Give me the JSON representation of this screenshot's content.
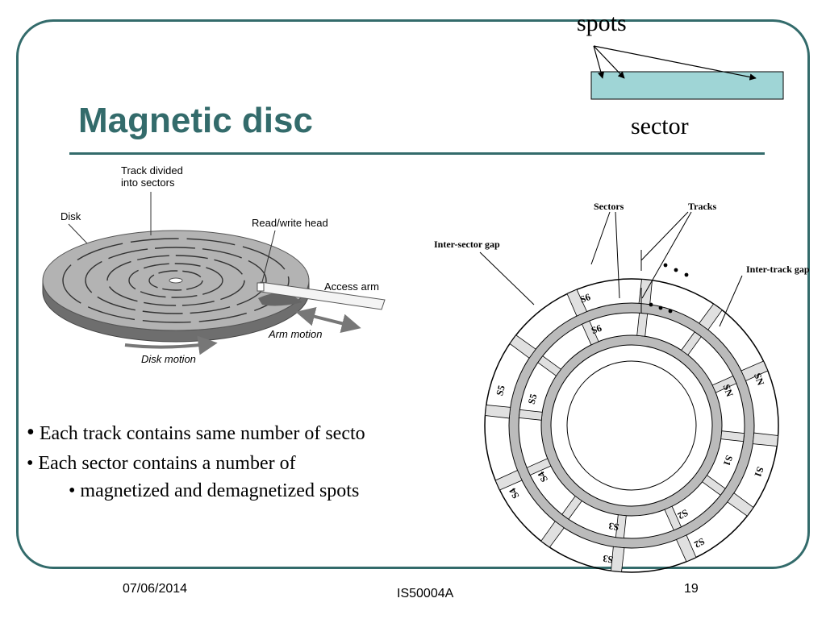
{
  "slide": {
    "title": "Magnetic disc",
    "bullets": [
      "Each track contains same number of secto",
      "Each sector contains a number of",
      "magnetized and demagnetized spots"
    ]
  },
  "inset": {
    "spots_label": "spots",
    "sector_label": "sector"
  },
  "disk_diagram": {
    "track_label_line1": "Track divided",
    "track_label_line2": "into sectors",
    "disk_label": "Disk",
    "head_label": "Read/write head",
    "arm_label": "Access arm",
    "arm_motion_label": "Arm motion",
    "disk_motion_label": "Disk motion"
  },
  "sector_diagram": {
    "sectors_label": "Sectors",
    "tracks_label": "Tracks",
    "inter_sector_gap_label": "Inter-sector gap",
    "inter_track_gap_label": "Inter-track gap",
    "outer_sector_labels": [
      "S6",
      "SN",
      "S1",
      "S2",
      "S3",
      "S4",
      "S5"
    ],
    "middle_sector_labels": [
      "S6",
      "SN",
      "S1",
      "S2",
      "S3",
      "S4",
      "S5"
    ]
  },
  "footer": {
    "date": "07/06/2014",
    "course": "IS50004A",
    "page": "19"
  },
  "colors": {
    "accent": "#336b6b",
    "sector_fill": "#9fd5d6"
  }
}
